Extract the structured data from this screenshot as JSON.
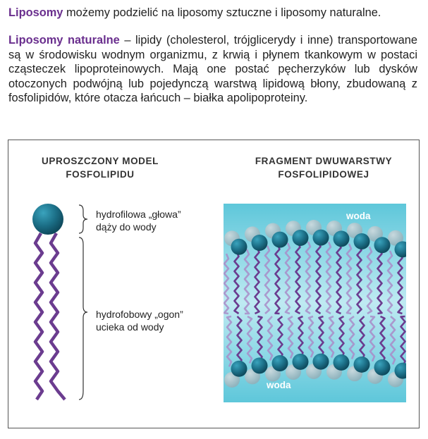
{
  "intro": {
    "highlight": "Liposomy",
    "rest": " możemy podzielić na liposomy sztuczne i liposomy naturalne."
  },
  "natural": {
    "highlight": "Liposomy naturalne",
    "rest": " – lipidy (cholesterol, trójglicerydy i inne) transportowane są w środowisku wodnym organizmu, z krwią i płynem tkankowym w postaci cząsteczek lipoproteinowych. Mają one postać pęcherzyków lub dysków otoczonych podwójną lub pojedynczą warstwą lipidową błony, zbudowaną z fosfolipidów, które otacza łańcuch – białka apolipoproteiny."
  },
  "figure": {
    "left_title": "UPROSZCZONY MODEL\nFOSFOLIPIDU",
    "right_title": "FRAGMENT DWUWARSTWY\nFOSFOLIPIDOWEJ",
    "head_label": "hydrofilowa „głowa”\ndąży do wody",
    "tail_label": "hydrofobowy „ogon”\nucieka od wody",
    "water_top": "woda",
    "water_bottom": "woda"
  },
  "colors": {
    "accent": "#6a2f8e",
    "head": "#1b6e86",
    "tail": "#6b3c8f",
    "water": "#7fd3e2"
  }
}
